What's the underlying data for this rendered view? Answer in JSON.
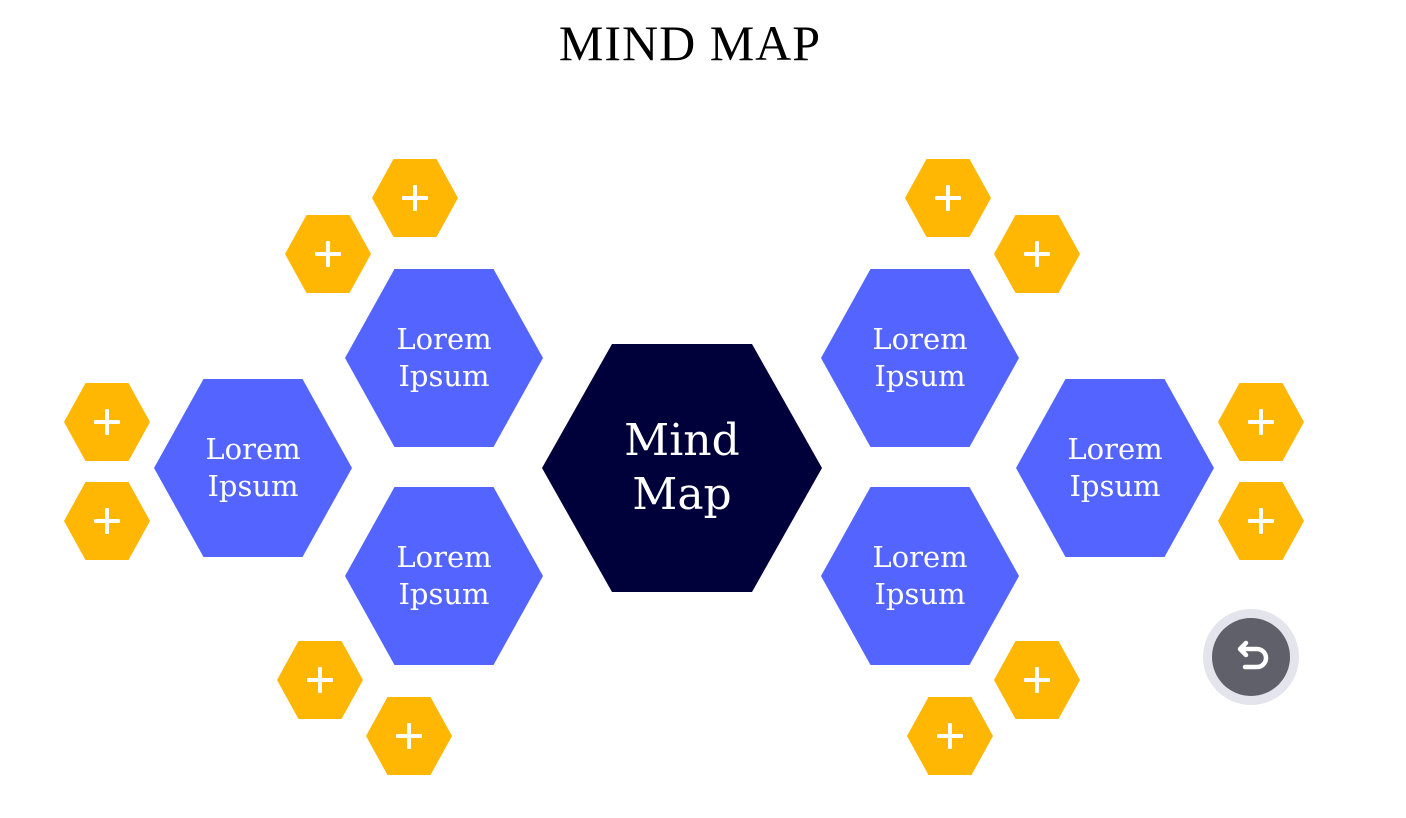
{
  "page": {
    "title": "MIND MAP"
  },
  "colors": {
    "center": "#00003a",
    "topic": "#5465ff",
    "add": "#ffb703",
    "undo_ring": "#e4e4ec",
    "undo_fill": "#5f6069"
  },
  "center": {
    "line1": "Mind",
    "line2": "Map"
  },
  "topics": [
    {
      "line1": "Lorem",
      "line2": "Ipsum"
    },
    {
      "line1": "Lorem",
      "line2": "Ipsum"
    },
    {
      "line1": "Lorem",
      "line2": "Ipsum"
    },
    {
      "line1": "Lorem",
      "line2": "Ipsum"
    },
    {
      "line1": "Lorem",
      "line2": "Ipsum"
    },
    {
      "line1": "Lorem",
      "line2": "Ipsum"
    }
  ],
  "add_icon": "plus-icon",
  "undo_icon": "undo-icon"
}
